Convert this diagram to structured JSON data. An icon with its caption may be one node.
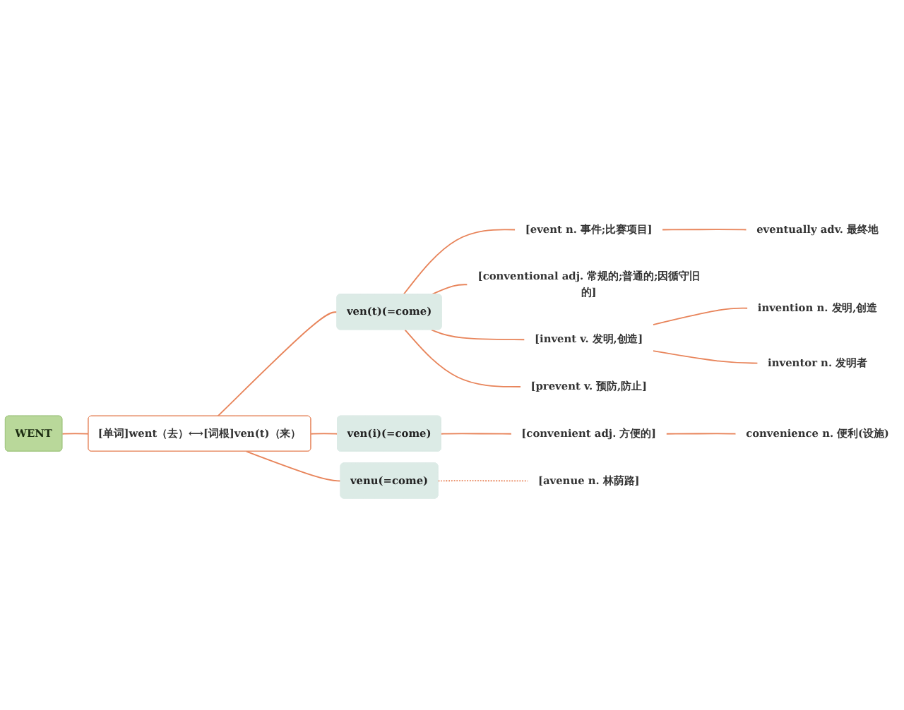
{
  "diagram": {
    "nodes": [
      {
        "text": [
          "WENT"
        ]
      },
      {
        "text": [
          "[单词]went（去）⟷[词根]ven(t)（来）"
        ]
      },
      {
        "text": [
          "ven(t)(=come)"
        ]
      },
      {
        "text": [
          "[event n. 事件;比赛项目]"
        ]
      },
      {
        "text": [
          "eventually adv. 最终地"
        ]
      },
      {
        "text": [
          "[conventional adj. 常规的;普通的;因循守旧的]"
        ]
      },
      {
        "text": [
          "[invent v. 发明,创造]"
        ]
      },
      {
        "text": [
          "invention n. 发明,创造"
        ]
      },
      {
        "text": [
          "inventor n. 发明者"
        ]
      },
      {
        "text": [
          "[prevent v. 预防,防止]"
        ]
      },
      {
        "text": [
          "ven(i)(=come)"
        ]
      },
      {
        "text": [
          "[convenient adj. 方便的]"
        ]
      },
      {
        "text": [
          "convenience n. 便利(设施)"
        ]
      },
      {
        "text": [
          "venu(=come)"
        ]
      },
      {
        "text": [
          "[avenue n. 林荫路]"
        ]
      }
    ],
    "edges": [
      {
        "from": 0,
        "to": 1,
        "arrow": "none"
      },
      {
        "from": 1,
        "to": 2,
        "arrow": "none"
      },
      {
        "from": 1,
        "to": 10,
        "arrow": "none"
      },
      {
        "from": 1,
        "to": 13,
        "arrow": "none"
      },
      {
        "from": 2,
        "to": 3,
        "arrow": "none"
      },
      {
        "from": 3,
        "to": 4,
        "arrow": "none"
      },
      {
        "from": 2,
        "to": 5,
        "arrow": "none"
      },
      {
        "from": 2,
        "to": 6,
        "arrow": "none"
      },
      {
        "from": 6,
        "to": 7,
        "arrow": "none"
      },
      {
        "from": 6,
        "to": 8,
        "arrow": "none"
      },
      {
        "from": 2,
        "to": 9,
        "arrow": "none"
      },
      {
        "from": 10,
        "to": 11,
        "arrow": "none"
      },
      {
        "from": 11,
        "to": 12,
        "arrow": "none"
      },
      {
        "from": 13,
        "to": 14,
        "arrow": "none",
        "style": "dashed"
      }
    ]
  }
}
